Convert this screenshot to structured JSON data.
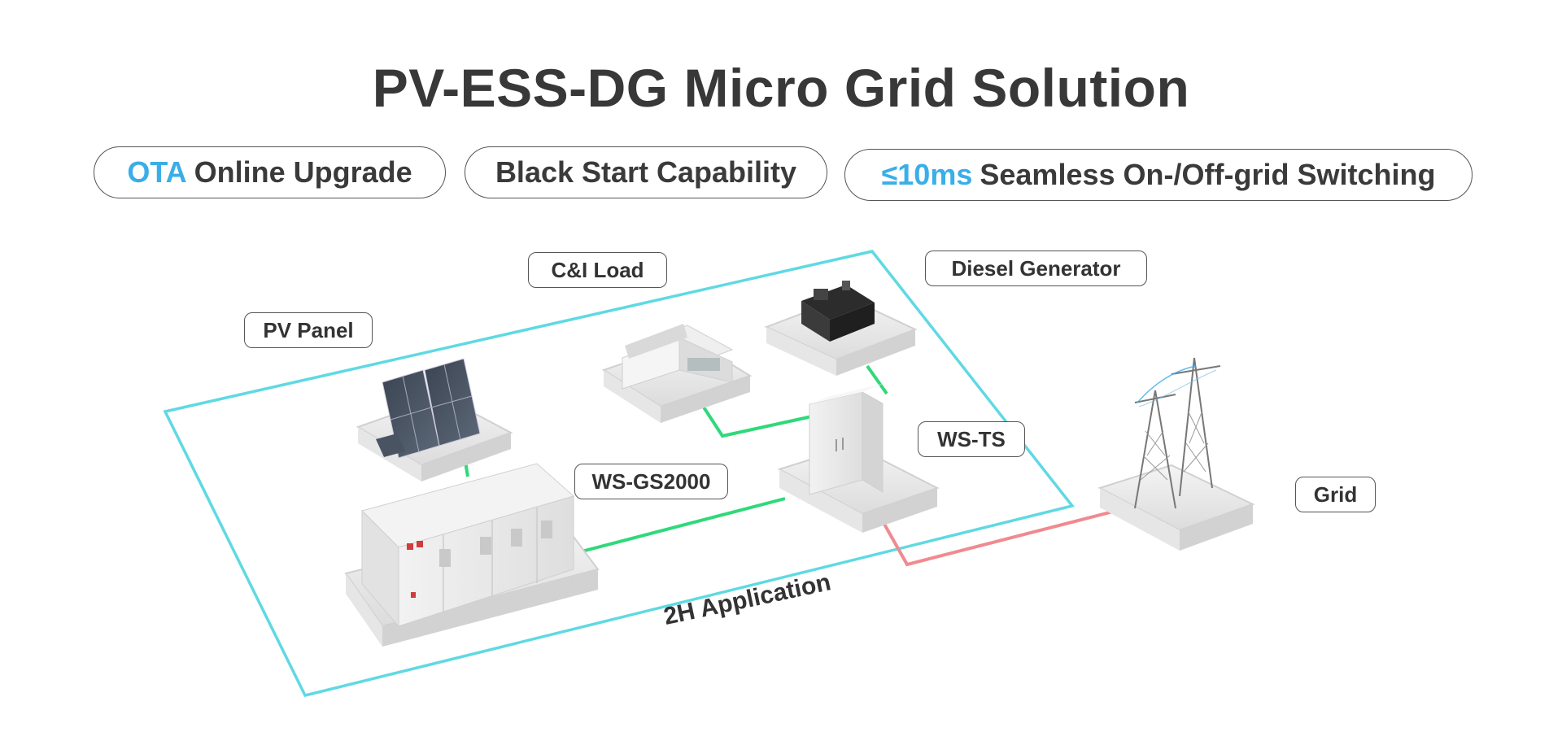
{
  "title": "PV-ESS-DG Micro Grid Solution",
  "features": [
    {
      "highlight": "OTA",
      "text": "Online Upgrade"
    },
    {
      "highlight": "",
      "text": "Black Start Capability"
    },
    {
      "highlight": "≤10ms",
      "text": "Seamless On-/Off-grid Switching"
    }
  ],
  "labels": {
    "ci_load": "C&I Load",
    "diesel_generator": "Diesel Generator",
    "pv_panel": "PV Panel",
    "ws_ts": "WS-TS",
    "ws_gs2000": "WS-GS2000",
    "grid": "Grid"
  },
  "application_label": "2H Application",
  "colors": {
    "highlight": "#3aaee8",
    "boundary": "#5fd9e3",
    "dc_link": "#2fd97a",
    "grid_link": "#f08a8f"
  },
  "icons": [
    "solar-panel-icon",
    "building-icon",
    "diesel-generator-icon",
    "transfer-switch-cabinet-icon",
    "energy-storage-cabinet-icon",
    "power-tower-icon"
  ]
}
